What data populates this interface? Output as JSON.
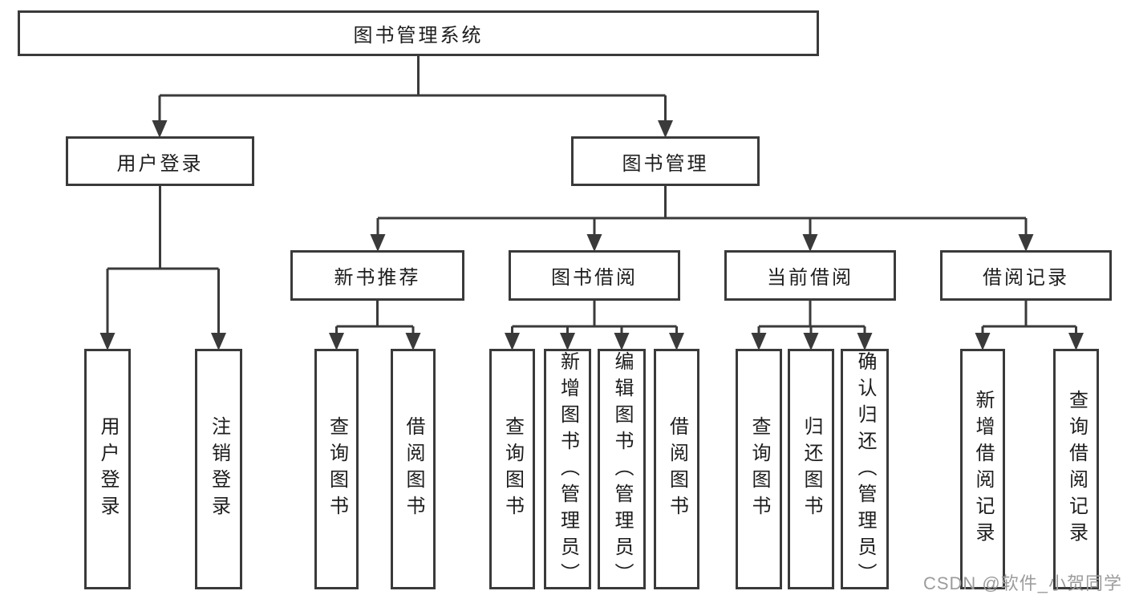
{
  "diagram": {
    "root": {
      "label": "图书管理系统"
    },
    "level2": {
      "user_login": {
        "label": "用户登录"
      },
      "book_mgmt": {
        "label": "图书管理"
      }
    },
    "level3": {
      "new_book_rec": {
        "label": "新书推荐"
      },
      "book_borrow": {
        "label": "图书借阅"
      },
      "current_borrow": {
        "label": "当前借阅"
      },
      "borrow_record": {
        "label": "借阅记录"
      }
    },
    "level4": {
      "ul_user_login": {
        "label": "用户登录"
      },
      "ul_logout": {
        "label": "注销登录"
      },
      "nb_query_book": {
        "label": "查询图书"
      },
      "nb_borrow_book": {
        "label": "借阅图书"
      },
      "bb_query_book": {
        "label": "查询图书"
      },
      "bb_add_book": {
        "label": "新增图书（管理员）"
      },
      "bb_edit_book": {
        "label": "编辑图书（管理员）"
      },
      "bb_borrow_book": {
        "label": "借阅图书"
      },
      "cb_query_book": {
        "label": "查询图书"
      },
      "cb_return_book": {
        "label": "归还图书"
      },
      "cb_confirm_return": {
        "label": "确认归还（管理员）"
      },
      "br_add_record": {
        "label": "新增借阅记录"
      },
      "br_query_record": {
        "label": "查询借阅记录"
      }
    }
  },
  "watermark": {
    "text": "CSDN @软件_小贺同学"
  },
  "colors": {
    "line": "#3a3a3a",
    "box_border": "#3a3a3a",
    "text": "#1d1d1d",
    "watermark": "#9c9c9c",
    "background": "#ffffff"
  }
}
